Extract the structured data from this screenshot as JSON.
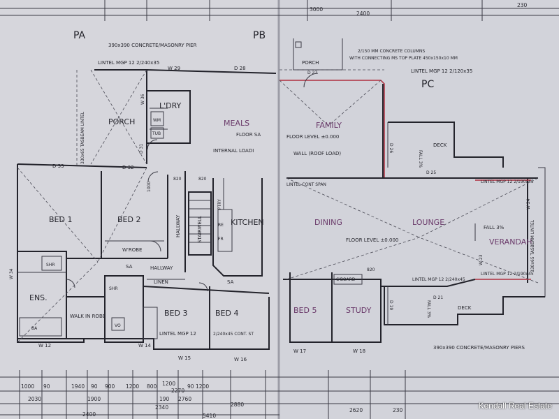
{
  "labels": {
    "gridA": "PA",
    "gridB": "PB",
    "gridC": "PC",
    "pier_top": "390x390 CONCRETE/MASONRY PIER",
    "lintel_porch": "LINTEL MGP 12 2/240x35",
    "w29": "W 29",
    "d28": "D 28",
    "beam_left": "330x65 TASBEAM LINTEL",
    "porch_left": "PORCH",
    "ldry": "L'DRY",
    "wm": "WM",
    "tub": "TUB",
    "meals": "MEALS",
    "floor_sa": "FLOOR SA",
    "internal_load": "INTERNAL LOADI",
    "bed1": "BED 1",
    "bed2": "BED 2",
    "wrobe1": "W'ROBE",
    "hallway_v": "HALLWAY",
    "hallway_h": "HALLWAY",
    "stairwell": "STAIRWELL",
    "kitchen": "KITCHEN",
    "pantry": "PTRY",
    "re": "RE",
    "fr": "FR",
    "ens": "ENS.",
    "shr1": "SHR",
    "shr2": "SHR",
    "walk_in_robe": "WALK IN ROBE",
    "linen": "LINEN",
    "bed3": "BED 3",
    "bed4": "BED 4",
    "sa1": "SA",
    "sa2": "SA",
    "ba": "BA",
    "vo": "VO",
    "lintel_bed3": "LINTEL MGP 12",
    "lintel_bed4": "2/240x45 CONT. ST",
    "porch_right": "PORCH",
    "d27": "D 27",
    "columns_note": "2/150 MM CONCRETE COLUMNS",
    "columns_note2": "WITH CONNECTING MS TOP PLATE 450x150x10 MM",
    "lintel_right": "LINTEL MGP 12 2/120x35",
    "family": "FAMILY",
    "floor_level1": "FLOOR LEVEL ±0.000",
    "wall_roof_load": "WALL (ROOF LOAD)",
    "lintel_cont": "LINTEL CONT SPAN",
    "deck_top": "DECK",
    "fall_top": "FALL 3%",
    "d25": "D 25",
    "d26": "D 26",
    "dining": "DINING",
    "lounge": "LOUNGE",
    "floor_level2": "FLOOR LEVEL ±0.000",
    "verandah": "VERANDAH",
    "fall_right": "FALL 3%",
    "lintel_veranda_top": "LINTEL MGP 12 2/190x45",
    "lintel_veranda_bot": "LINTEL MGP 12 2/190x45",
    "beam_right": "330x65 TASBEAM LINTEL",
    "bed5": "BED 5",
    "study": "STUDY",
    "cboard": "C'BOARD",
    "lintel_study": "LINTEL MGP 12 2/240x45",
    "deck_bottom": "DECK",
    "fall_bottom": "FALL 3%",
    "d19": "D 19",
    "d21": "D 21",
    "pier_bottom": "390x390 CONCRETE/MASONRY PIERS",
    "w12": "W 12",
    "w14": "W 14",
    "w15": "W 15",
    "w16": "W 16",
    "w17": "W 17",
    "w18": "W 18",
    "d33": "D 33",
    "d32": "D 32",
    "d31": "D 31",
    "w36": "W 36",
    "w34": "W 34",
    "w24": "W 24",
    "w23": "W 23",
    "dim_1000": "1000",
    "dim_820a": "820",
    "dim_820b": "820",
    "dim_820c": "820"
  },
  "top_dims": [
    "3000",
    "2400",
    "230"
  ],
  "bottom_dims_row1": [
    "1000",
    "90",
    "1940",
    "90",
    "900",
    "1200",
    "800",
    "1200",
    "2270",
    "90",
    "1200"
  ],
  "bottom_dims_row2": [
    "2030",
    "1900",
    "190",
    "2760",
    "2880",
    "2620",
    "230"
  ],
  "bottom_dims_row3": [
    "2400",
    "5410",
    "2340"
  ],
  "brand": "Kendall Real Estate"
}
